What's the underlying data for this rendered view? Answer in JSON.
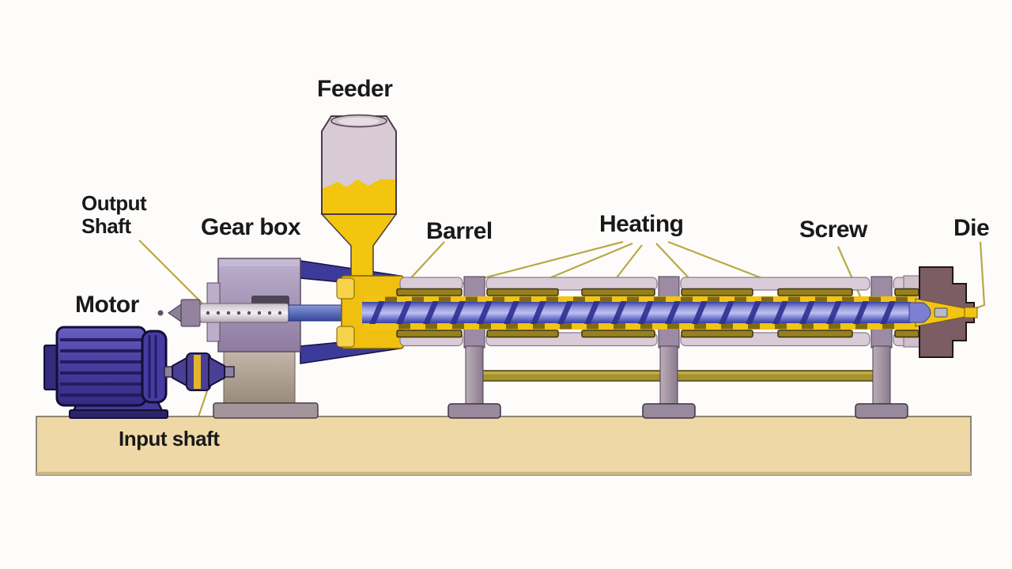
{
  "title": "Single screw extruder labeled diagram",
  "labels": {
    "feeder": "Feeder",
    "output_shaft": "Output\nShaft",
    "gear_box": "Gear box",
    "motor": "Motor",
    "barrel": "Barrel",
    "heating": "Heating",
    "screw": "Screw",
    "die": "Die",
    "input_shaft": "Input shaft"
  },
  "colors": {
    "background": "#fdfcfb",
    "label_text": "#191919",
    "leader_line": "#b9a845",
    "base_tan": "#eed9a6",
    "motor_blue": "#4a3f9e",
    "gearbox_lavender": "#a99bb8",
    "hopper_pink": "#d9cbd5",
    "material_yellow": "#f2c414",
    "heater_olive": "#97801f",
    "barrel_rail": "#d9cbd7",
    "screw_blue": "#7a7fd0",
    "die_mauve": "#7c5d64",
    "leg_gray": "#a195a8",
    "tie_bar_olive": "#a6922e"
  }
}
